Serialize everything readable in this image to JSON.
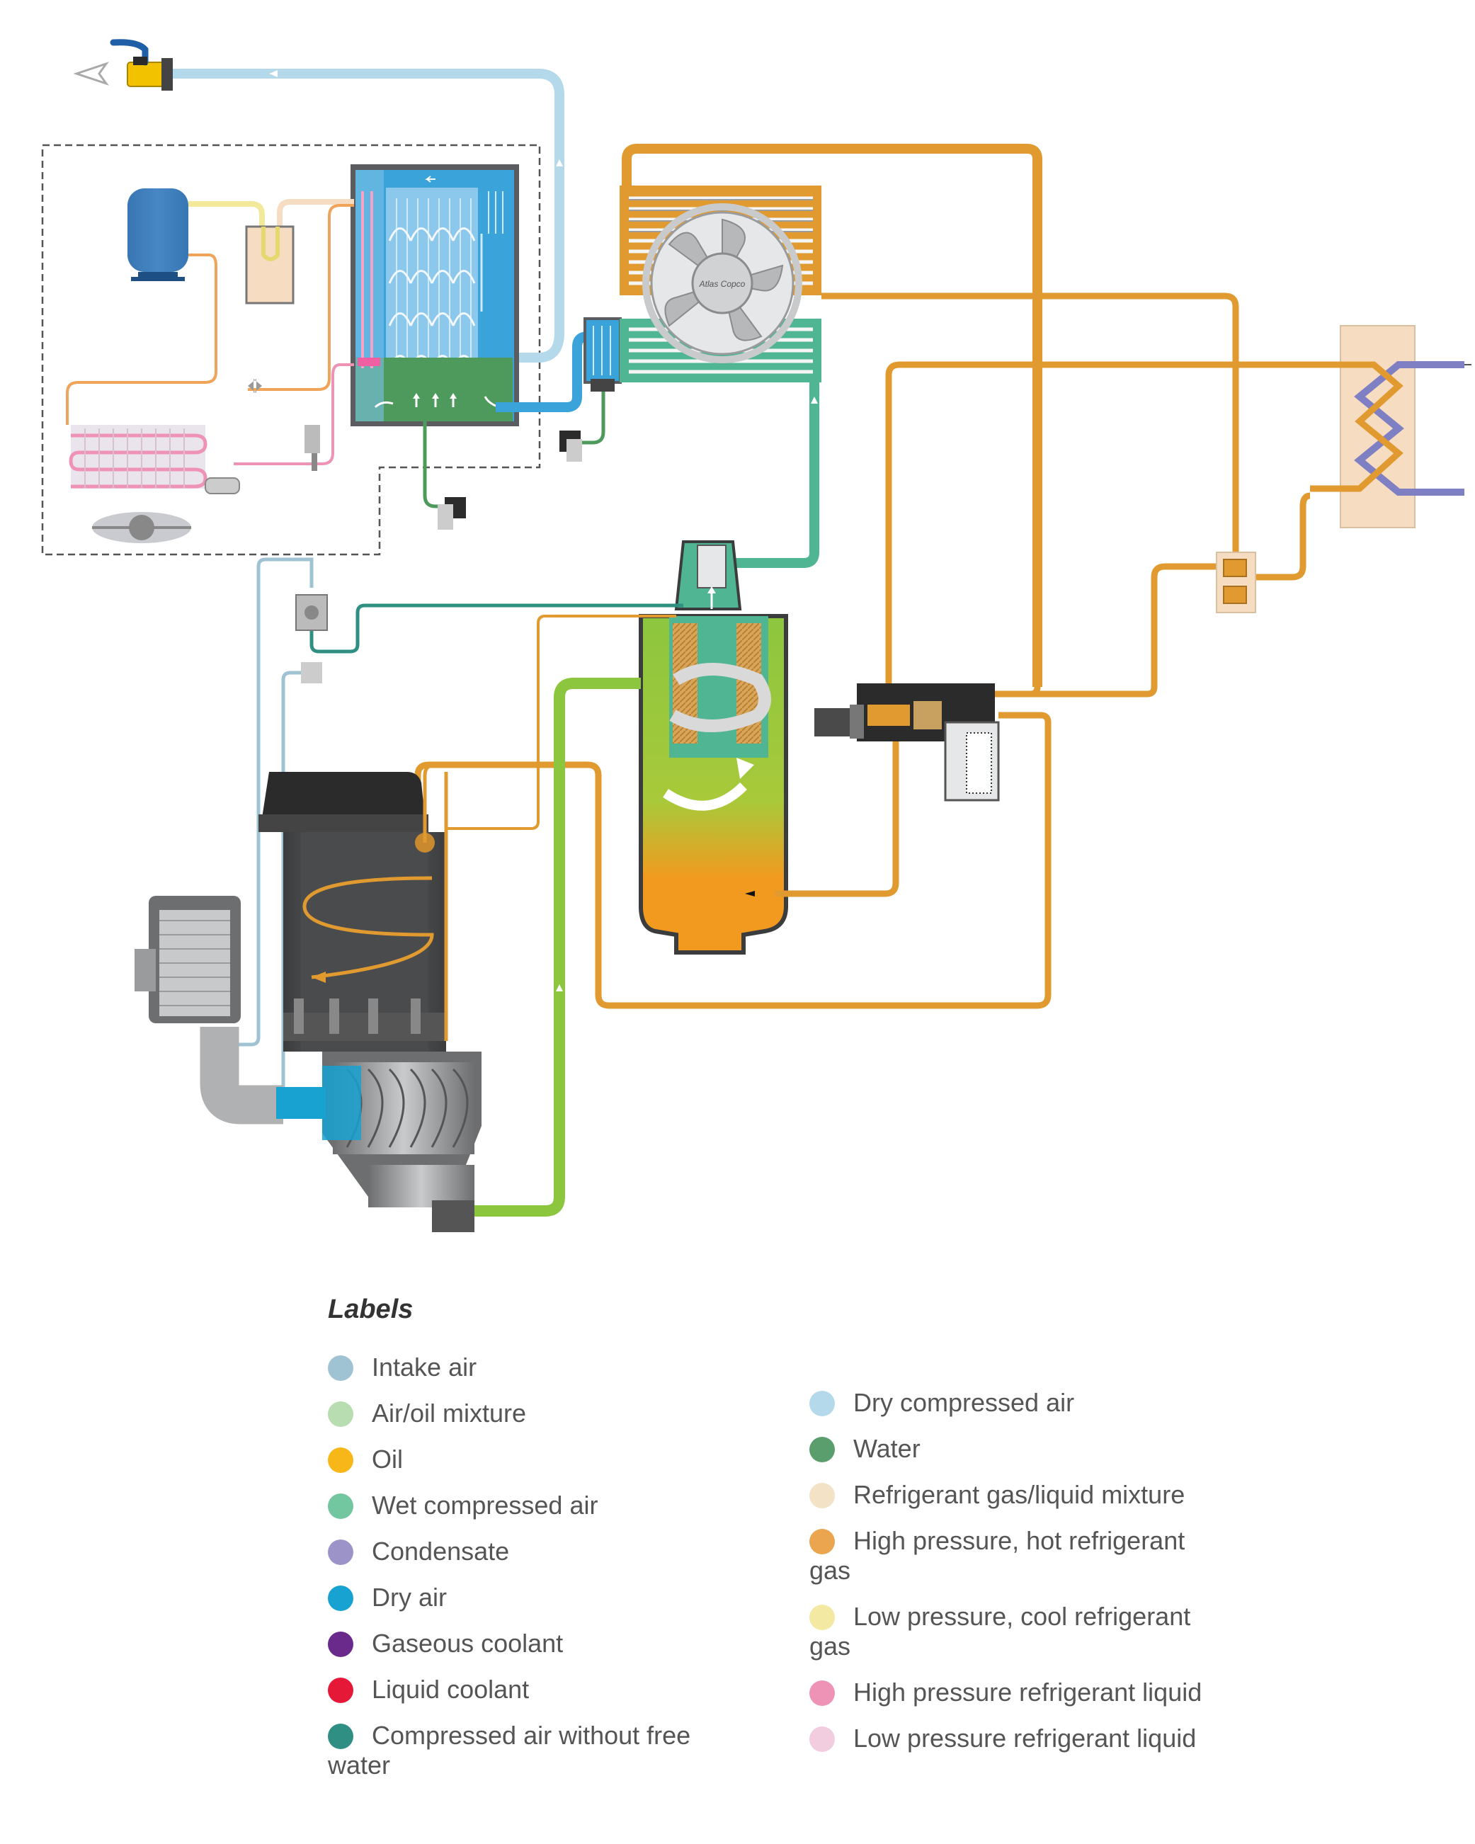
{
  "legend": {
    "title": "Labels",
    "left": [
      {
        "label": "Intake air",
        "color": "#9fc3d3"
      },
      {
        "label": "Air/oil mixture",
        "color": "#b7ddb0"
      },
      {
        "label": "Oil",
        "color": "#f7b719"
      },
      {
        "label": "Wet compressed air",
        "color": "#72c6a0"
      },
      {
        "label": "Condensate",
        "color": "#9c93c9"
      },
      {
        "label": "Dry air",
        "color": "#17a2d1"
      },
      {
        "label": "Gaseous coolant",
        "color": "#6a2a8c"
      },
      {
        "label": "Liquid coolant",
        "color": "#e51937"
      },
      {
        "label": "Compressed air without free water",
        "color": "#2f8f83"
      }
    ],
    "right": [
      {
        "label": "Dry compressed air",
        "color": "#b4d9ea"
      },
      {
        "label": "Water",
        "color": "#5a9e6e"
      },
      {
        "label": "Refrigerant gas/liquid mixture",
        "color": "#f3e2c6"
      },
      {
        "label": "High pressure, hot refrigerant gas",
        "color": "#eaa54e"
      },
      {
        "label": "Low pressure, cool refrigerant gas",
        "color": "#f4e9a2"
      },
      {
        "label": "High pressure refrigerant liquid",
        "color": "#ef93b6"
      },
      {
        "label": "Low pressure refrigerant liquid",
        "color": "#f2cde0"
      }
    ]
  },
  "diagram": {
    "fan_brand": "Atlas Copco",
    "pipe_colors": {
      "intake_air": "#9fc3d3",
      "air_oil": "#8cc63f",
      "oil": "#e09a2f",
      "wet_air": "#4fb592",
      "dry_air": "#3aa3d9",
      "dry_compressed_air": "#b4d9ea",
      "water": "#4e9a5c",
      "condensate": "#7f7fc4",
      "refrigerant_hot": "#f0a45a",
      "refrigerant_cool": "#f3e99a",
      "refrigerant_liquid_hp": "#ef93b6",
      "refrigerant_mix": "#f6dcc1"
    }
  }
}
